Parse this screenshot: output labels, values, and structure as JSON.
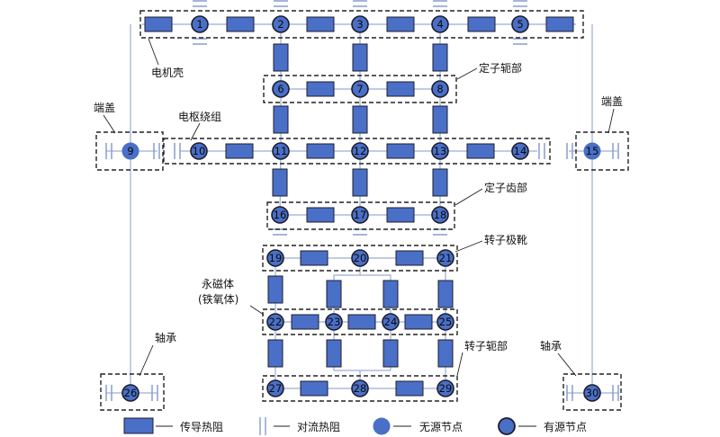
{
  "colors": {
    "fill": "#4a6fc7",
    "stroke": "#1d1d2e",
    "wire": "#9aaed6",
    "conv": "#8fa3cf",
    "box": "#222222"
  },
  "regions": {
    "motor_housing": "电机壳",
    "stator_yoke": "定子轭部",
    "armature_winding": "电枢绕组",
    "end_cap_left": "端盖",
    "end_cap_right": "端盖",
    "stator_teeth": "定子齿部",
    "rotor_pole_shoe": "转子极靴",
    "permanent_magnet_line1": "永磁体",
    "permanent_magnet_line2": "(铁氧体)",
    "rotor_yoke": "转子轭部",
    "bearing_left": "轴承",
    "bearing_right": "轴承"
  },
  "nodes": [
    "1",
    "2",
    "3",
    "4",
    "5",
    "6",
    "7",
    "8",
    "9",
    "10",
    "11",
    "12",
    "13",
    "14",
    "15",
    "16",
    "17",
    "18",
    "19",
    "20",
    "21",
    "22",
    "23",
    "24",
    "25",
    "26",
    "27",
    "28",
    "29",
    "30"
  ],
  "legend": {
    "conduction": "传导热阻",
    "convection": "对流热阻",
    "passive_node": "无源节点",
    "active_node": "有源节点"
  }
}
